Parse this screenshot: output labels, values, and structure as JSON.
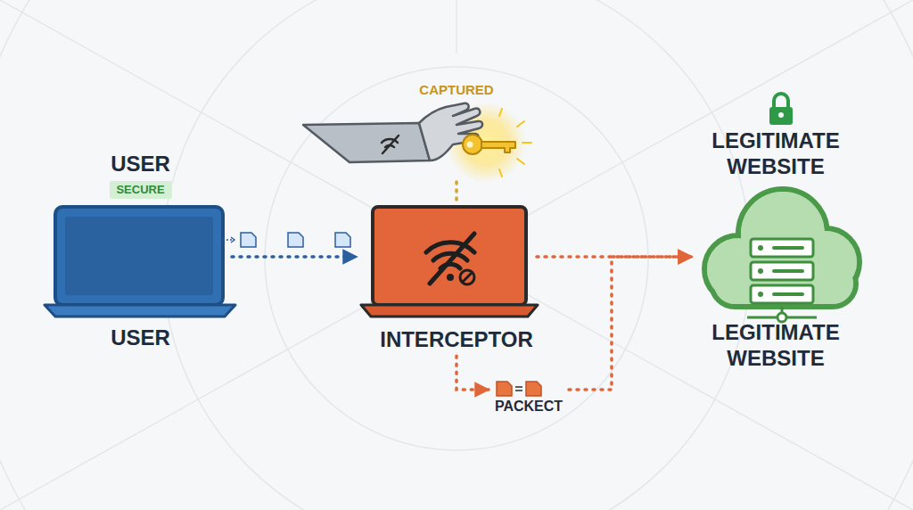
{
  "diagram": {
    "nodes": [
      {
        "text": [
          "USER",
          "SECURE",
          "USER"
        ]
      },
      {
        "text": [
          "INTERCEPTOR"
        ]
      },
      {
        "text": [
          "LEGITIMATE WEBSITE",
          "LEGITIMATE WEBSITE"
        ]
      },
      {
        "text": [
          "PACKECT"
        ]
      },
      {
        "text": [
          "CAPTURED"
        ]
      }
    ],
    "edges": [
      {
        "from": 0,
        "to": 1,
        "arrow": "to"
      },
      {
        "from": 1,
        "to": 2,
        "arrow": "to"
      },
      {
        "from": 1,
        "to": 3,
        "arrow": "to"
      },
      {
        "from": 3,
        "to": 2,
        "arrow": "to"
      },
      {
        "from": 4,
        "to": 1,
        "arrow": "none"
      }
    ]
  }
}
